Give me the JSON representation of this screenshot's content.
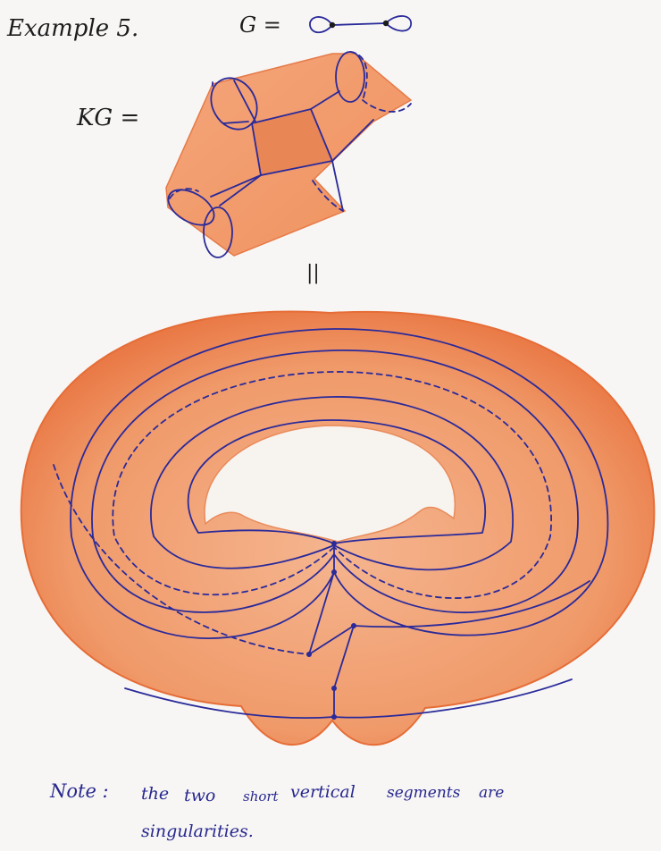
{
  "title": "Example 5.",
  "g_label": "G =",
  "kg_label": "KG =",
  "equals_mark": "||",
  "note": {
    "label": "Note :",
    "line1": [
      "the",
      "two",
      "short",
      "vertical",
      "segments",
      "are"
    ],
    "line2": "singularities."
  },
  "colors": {
    "paper": "#f7f6f4",
    "pencil_orange": "#f08a55",
    "ink_blue": "#2a2a9a",
    "ink_black": "#1c1c1c"
  }
}
